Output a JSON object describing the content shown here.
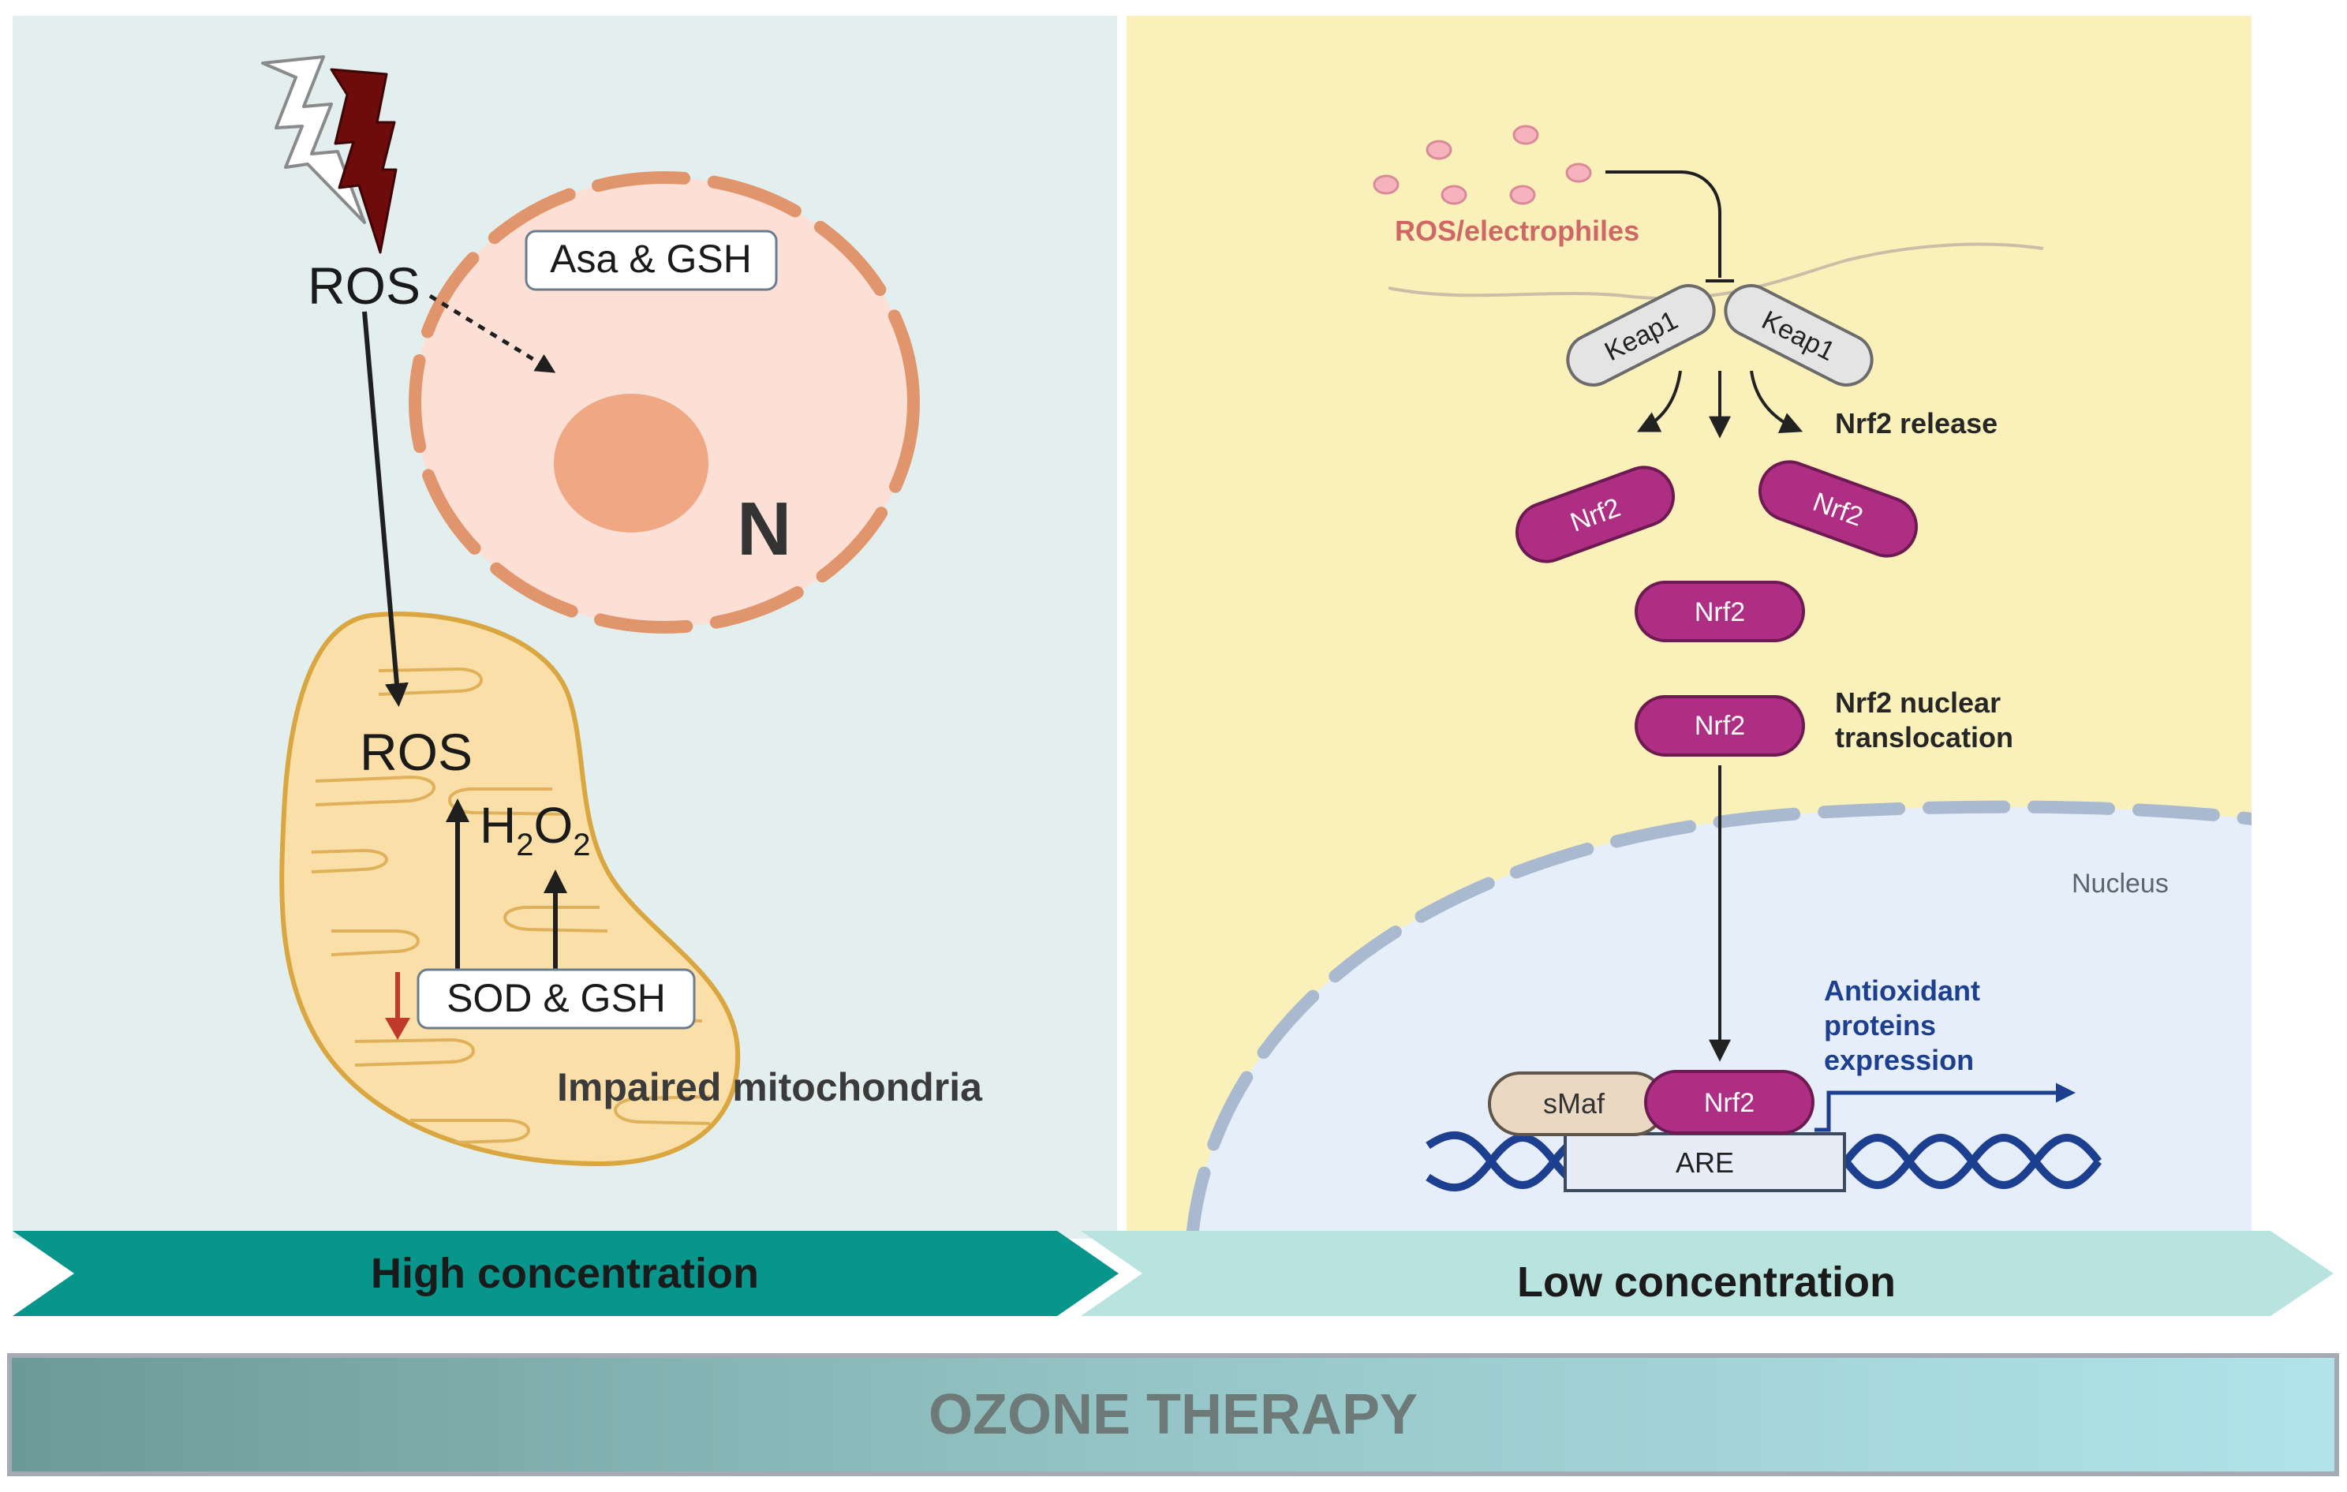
{
  "left_panel": {
    "ros_top": "ROS",
    "cell_label": "Asa & GSH",
    "nucleus_letter": "N",
    "ros_mito": "ROS",
    "h2o2": {
      "h": "H",
      "sub1": "2",
      "o": "O",
      "sub2": "2"
    },
    "sod_label": "SOD & GSH",
    "mito_label": "Impaired mitochondria",
    "icons": [
      "lightning-icon",
      "down-arrow-icon"
    ]
  },
  "right_panel": {
    "ros_electrophiles": "ROS/electrophiles",
    "keap1_left": "Keap1",
    "keap1_right": "Keap1",
    "nrf2_release": "Nrf2 release",
    "nrf2_a": "Nrf2",
    "nrf2_b": "Nrf2",
    "nrf2_c": "Nrf2",
    "nrf2_d": "Nrf2",
    "translocation_line1": "Nrf2 nuclear",
    "translocation_line2": "translocation",
    "nucleus_label": "Nucleus",
    "antioxidant_line1": "Antioxidant",
    "antioxidant_line2": "proteins",
    "antioxidant_line3": "expression",
    "smaf": "sMaf",
    "nrf2_dna": "Nrf2",
    "are": "ARE",
    "icons": [
      "dna-helix-icon"
    ]
  },
  "bands": {
    "high": "High concentration",
    "low": "Low concentration",
    "therapy": "OZONE THERAPY"
  },
  "colors": {
    "left_bg": "#e2efee",
    "right_bg": "#faf0b9",
    "nucleus_bg": "#e6eef9",
    "nrf2": "#ad2e83",
    "high_band": "#07958c",
    "low_band": "#b9e3de",
    "antioxidant_text": "#1d3f8f",
    "ros_electrophiles_text": "#d06767"
  }
}
